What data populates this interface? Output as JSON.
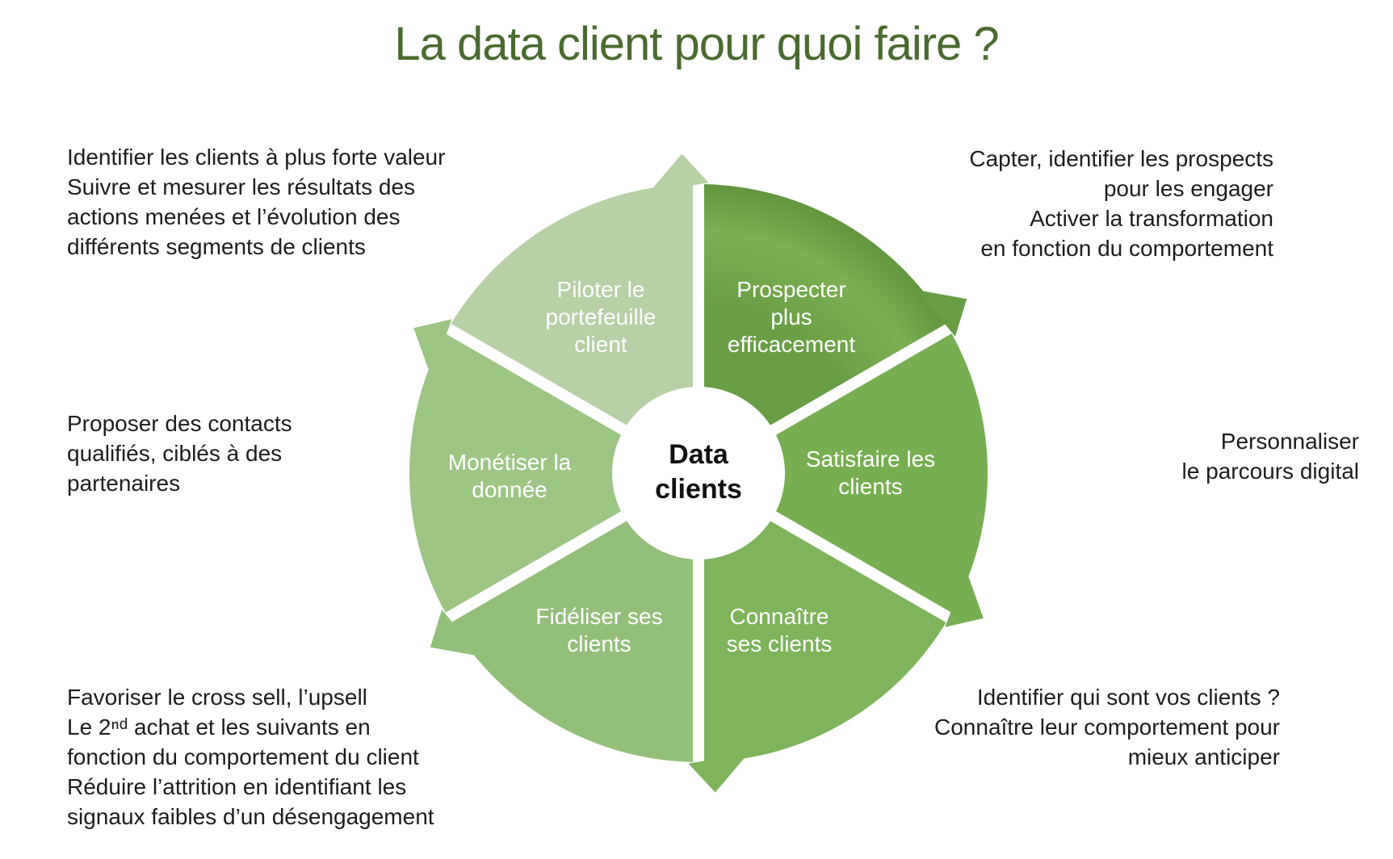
{
  "title": {
    "text": "La data client pour quoi faire ?",
    "color": "#4a6b2e"
  },
  "center": {
    "lines": [
      "Data",
      "clients"
    ]
  },
  "wheel": {
    "gap_color": "#ffffff",
    "flow": "clockwise",
    "segments": [
      {
        "id": "prospecter",
        "label": [
          "Prospecter",
          "plus",
          "efficacement"
        ],
        "color": "#689e45",
        "sheen": [
          "#689e45",
          "#7bb054",
          "#61953e"
        ],
        "start": 0,
        "end": 60
      },
      {
        "id": "satisfaire",
        "label": [
          "Satisfaire les",
          "clients"
        ],
        "color": "#76ae52",
        "start": 60,
        "end": 120
      },
      {
        "id": "connaitre",
        "label": [
          "Connaître",
          "ses clients"
        ],
        "color": "#7db45c",
        "start": 120,
        "end": 180
      },
      {
        "id": "fideliser",
        "label": [
          "Fidéliser ses",
          "clients"
        ],
        "color": "#94bf7a",
        "start": 180,
        "end": 240
      },
      {
        "id": "monetiser",
        "label": [
          "Monétiser la",
          "donnée"
        ],
        "color": "#9dc584",
        "start": 240,
        "end": 300
      },
      {
        "id": "piloter",
        "label": [
          "Piloter le",
          "portefeuille",
          "client"
        ],
        "color": "#b7d0a5",
        "start": 300,
        "end": 360
      }
    ]
  },
  "annotations": {
    "top_left": [
      "Identifier les clients à plus forte valeur",
      "Suivre et mesurer les résultats des",
      "actions menées et l’évolution des",
      "différents segments de clients"
    ],
    "top_right": [
      "Capter, identifier les prospects",
      "pour les engager",
      "Activer la transformation",
      "en fonction du comportement"
    ],
    "mid_left": [
      "Proposer des contacts",
      "qualifiés, ciblés à des",
      "partenaires"
    ],
    "mid_right": [
      "Personnaliser",
      "le parcours digital"
    ],
    "bottom_left": [
      "Favoriser le cross sell, l’upsell",
      "Le 2ⁿᵈ achat et les suivants en",
      "fonction du comportement du client",
      "Réduire l’attrition en identifiant les",
      "signaux faibles d’un désengagement"
    ],
    "bottom_right": [
      "Identifier qui sont vos clients ?",
      "Connaître leur comportement pour",
      "mieux anticiper"
    ]
  }
}
